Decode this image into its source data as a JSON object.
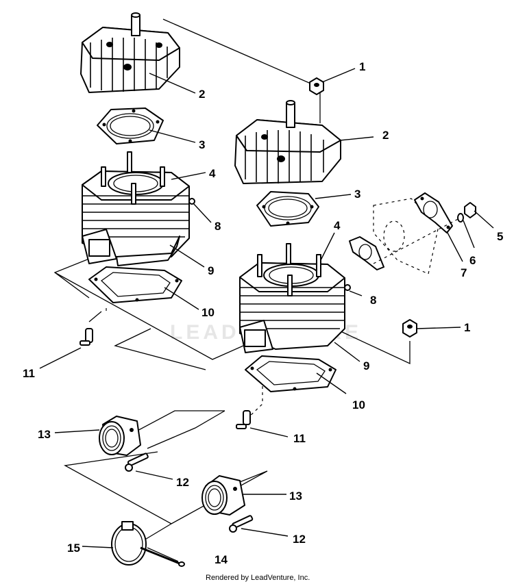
{
  "diagram": {
    "watermark": "LEADVENTURE",
    "footer": "Rendered by LeadVenture, Inc.",
    "callouts": {
      "c1a": "1",
      "c2a": "2",
      "c3a": "3",
      "c4a": "4",
      "c8a": "8",
      "c9a": "9",
      "c10a": "10",
      "c11a": "11",
      "c1b": "1",
      "c2b": "2",
      "c3b": "3",
      "c4b": "4",
      "c5": "5",
      "c6": "6",
      "c7": "7",
      "c8b": "8",
      "c9b": "9",
      "c10b": "10",
      "c11b": "11",
      "c12a": "12",
      "c13a": "13",
      "c12b": "12",
      "c13b": "13",
      "c14": "14",
      "c15": "15"
    }
  }
}
